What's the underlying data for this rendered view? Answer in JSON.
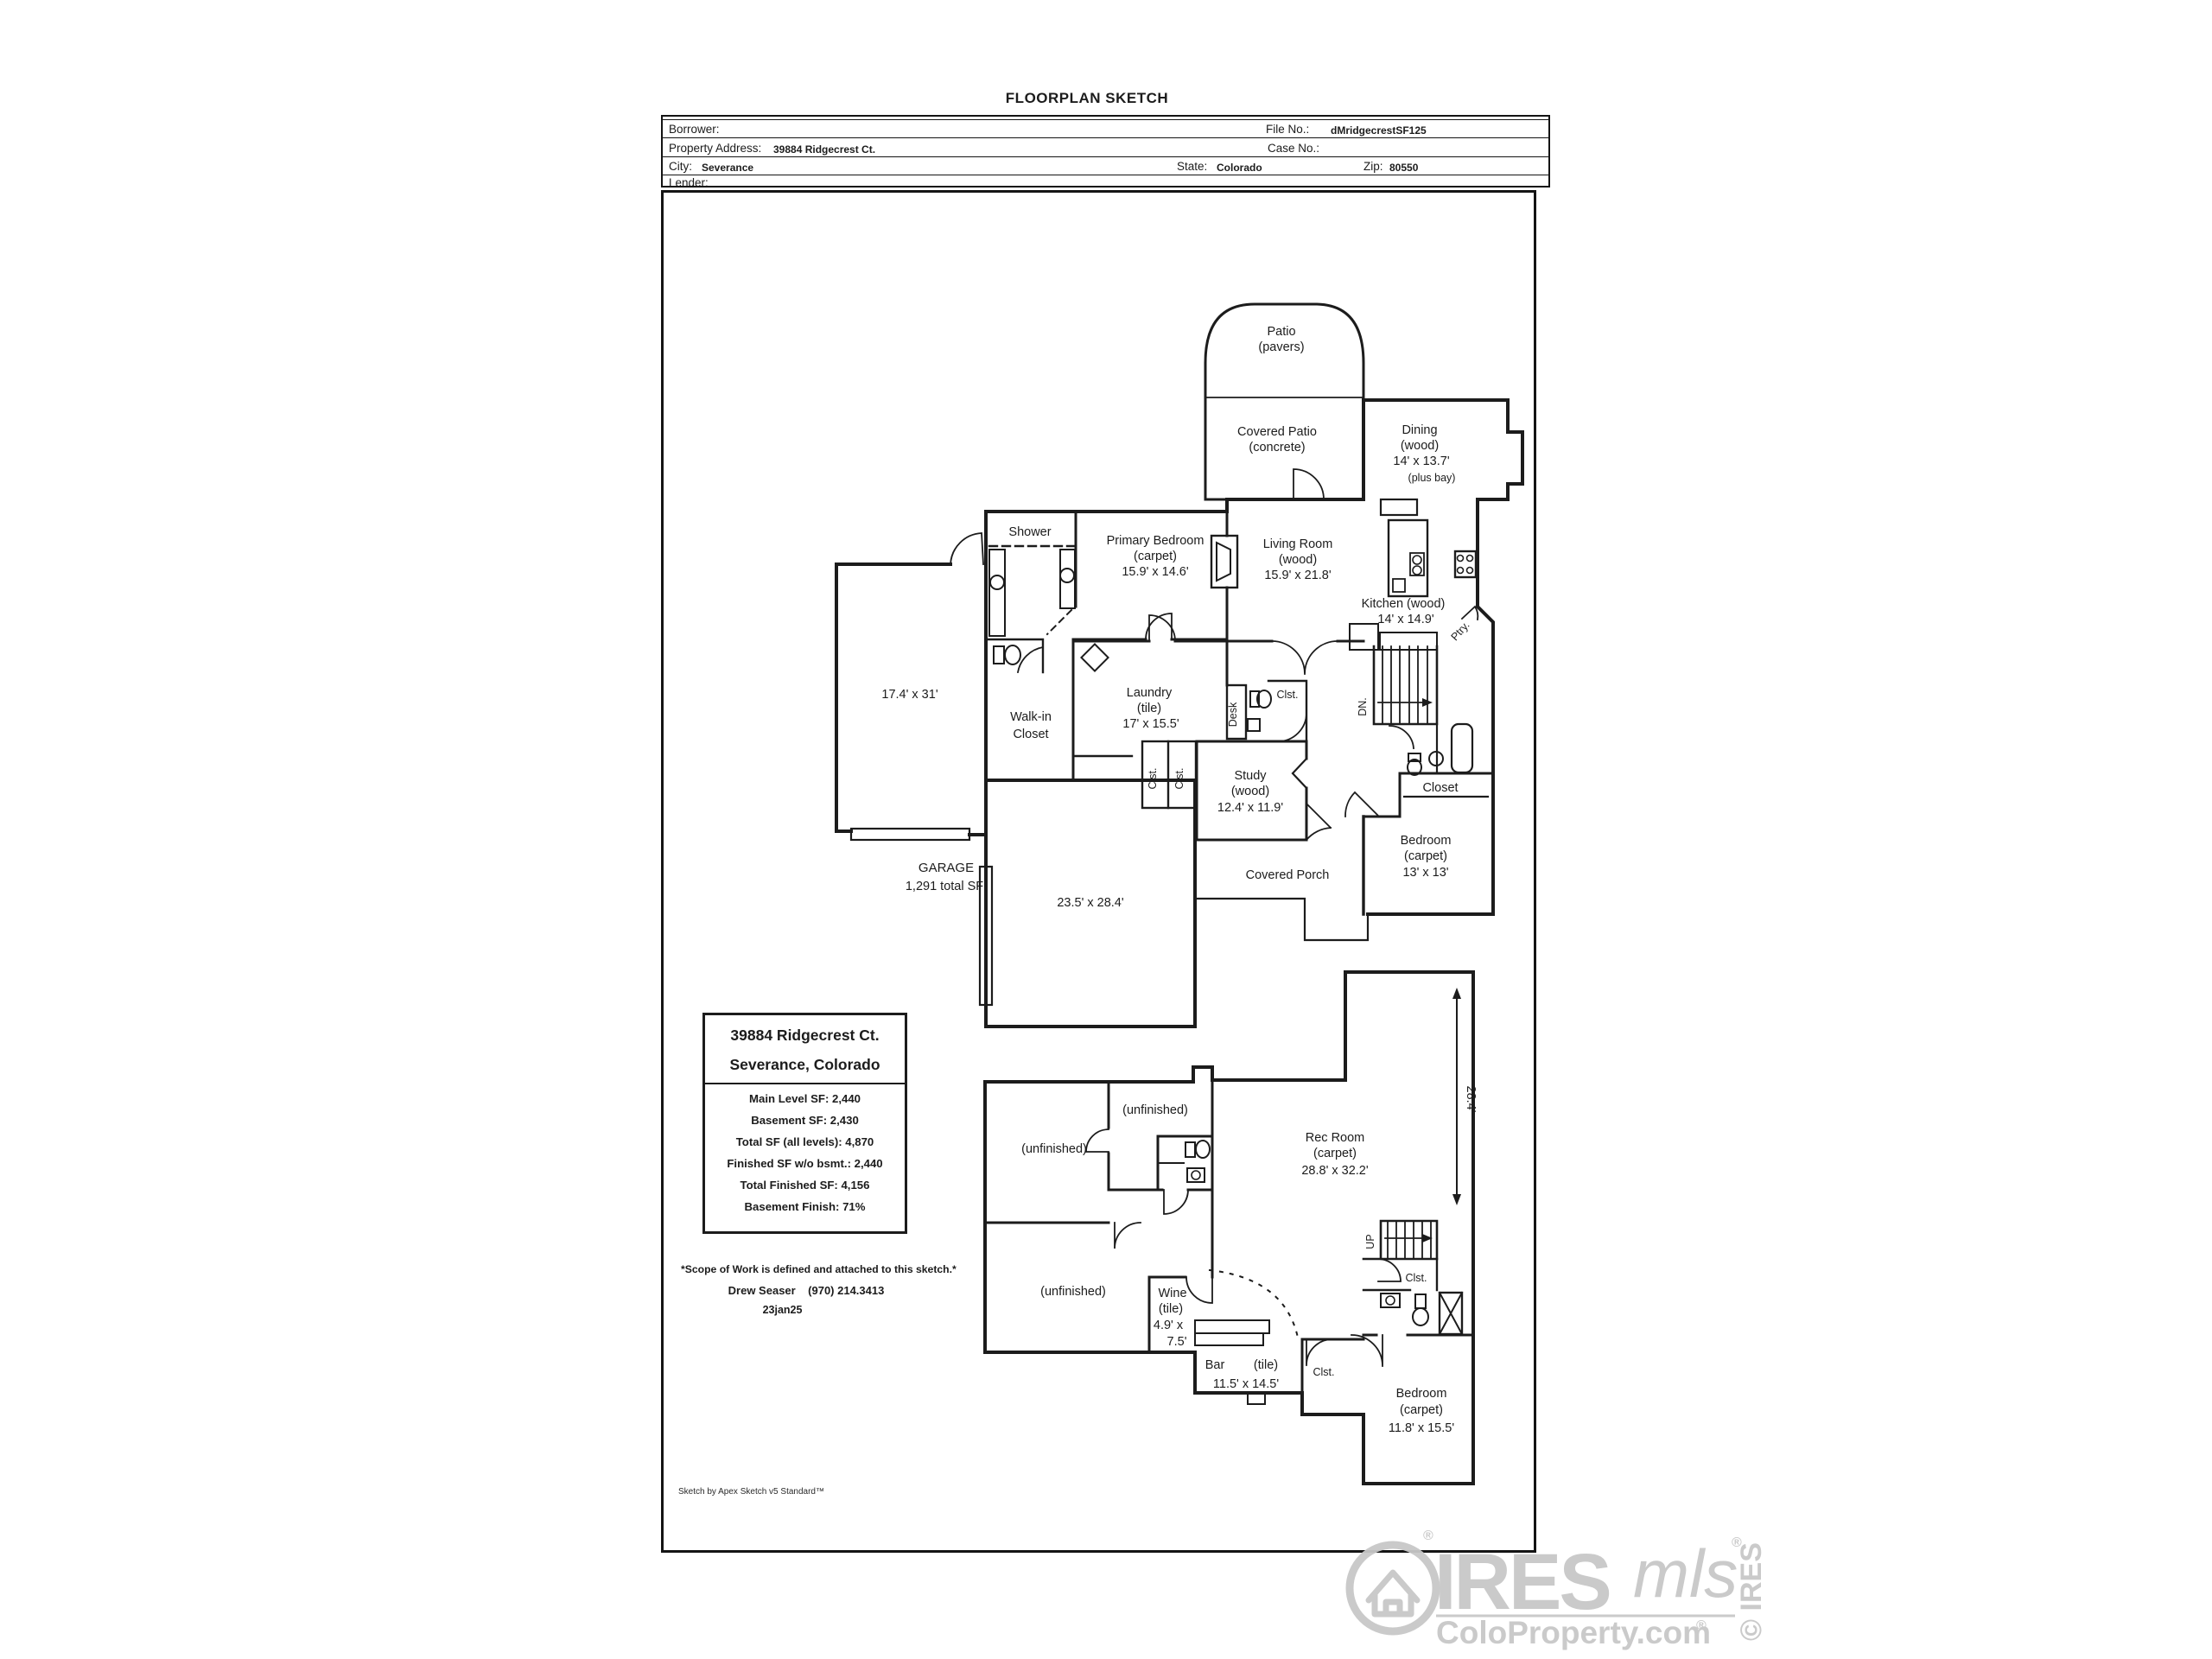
{
  "title": "FLOORPLAN SKETCH",
  "header": {
    "borrower_label": "Borrower:",
    "file_no_label": "File No.:",
    "file_no": "dMridgecrestSF125",
    "property_address_label": "Property Address:",
    "property_address": "39884 Ridgecrest Ct.",
    "case_no_label": "Case No.:",
    "city_label": "City:",
    "city": "Severance",
    "state_label": "State:",
    "state": "Colorado",
    "zip_label": "Zip:",
    "zip": "80550",
    "lender_label": "Lender:"
  },
  "main_level": {
    "patio": [
      "Patio",
      "(pavers)"
    ],
    "covered_patio": [
      "Covered Patio",
      "(concrete)"
    ],
    "dining": [
      "Dining",
      "(wood)",
      "14' x 13.7'",
      "(plus bay)"
    ],
    "shower": "Shower",
    "primary_bedroom": [
      "Primary Bedroom",
      "(carpet)",
      "15.9' x 14.6'"
    ],
    "living_room": [
      "Living Room",
      "(wood)",
      "15.9' x 21.8'"
    ],
    "kitchen": [
      "Kitchen (wood)",
      "14' x 14.9'"
    ],
    "pantry": "Ptry.",
    "walk_in_closet": [
      "Walk-in",
      "Closet"
    ],
    "laundry": [
      "Laundry",
      "(tile)",
      "17' x 15.5'"
    ],
    "desk": "Desk",
    "closet_abbr_hall": "Clst.",
    "closet_abbr_a": "Clst.",
    "closet_abbr_b": "Clst.",
    "stairs_down": "DN.",
    "closet": "Closet",
    "study": [
      "Study",
      "(wood)",
      "12.4' x 11.9'"
    ],
    "bedroom": [
      "Bedroom",
      "(carpet)",
      "13' x 13'"
    ],
    "covered_porch": "Covered Porch",
    "garage": [
      "GARAGE",
      "1,291 total SF"
    ],
    "garage_bay1_dim": "17.4' x 31'",
    "garage_bay2_dim": "23.5' x 28.4'"
  },
  "basement": {
    "unfinished1": "(unfinished)",
    "unfinished2": "(unfinished)",
    "unfinished3": "(unfinished)",
    "rec_room": [
      "Rec Room",
      "(carpet)",
      "28.8' x 32.2'"
    ],
    "wine": [
      "Wine",
      "(tile)",
      "4.9' x",
      "7.5'"
    ],
    "bar_name": "Bar",
    "bar_floor": "(tile)",
    "bar_dim": "11.5' x 14.5'",
    "stairs_up": "UP",
    "closet_abbr_1": "Clst.",
    "closet_abbr_2": "Clst.",
    "bedroom": [
      "Bedroom",
      "(carpet)",
      "11.8' x 15.5'"
    ],
    "height_dim": "28.4'"
  },
  "info_box": {
    "address_line1": "39884 Ridgecrest Ct.",
    "address_line2": "Severance, Colorado",
    "stats": [
      "Main Level SF: 2,440",
      "Basement SF: 2,430",
      "Total SF (all levels): 4,870",
      "Finished SF w/o bsmt.: 2,440",
      "Total Finished SF: 4,156",
      "Basement Finish: 71%"
    ]
  },
  "notes": {
    "scope": "*Scope of Work is defined and attached to this sketch.*",
    "contact": "Drew Seaser    (970) 214.3413",
    "date": "23jan25"
  },
  "footer": {
    "sketch_credit": "Sketch by Apex Sketch v5 Standard™",
    "watermark_brand": "IRES",
    "watermark_script": "mls",
    "watermark_site": "ColoProperty.com",
    "watermark_reg": "®",
    "watermark_copyright": "© IRES"
  },
  "colors": {
    "ink": "#1c1c1c",
    "watermark": "#c8c8c8"
  }
}
